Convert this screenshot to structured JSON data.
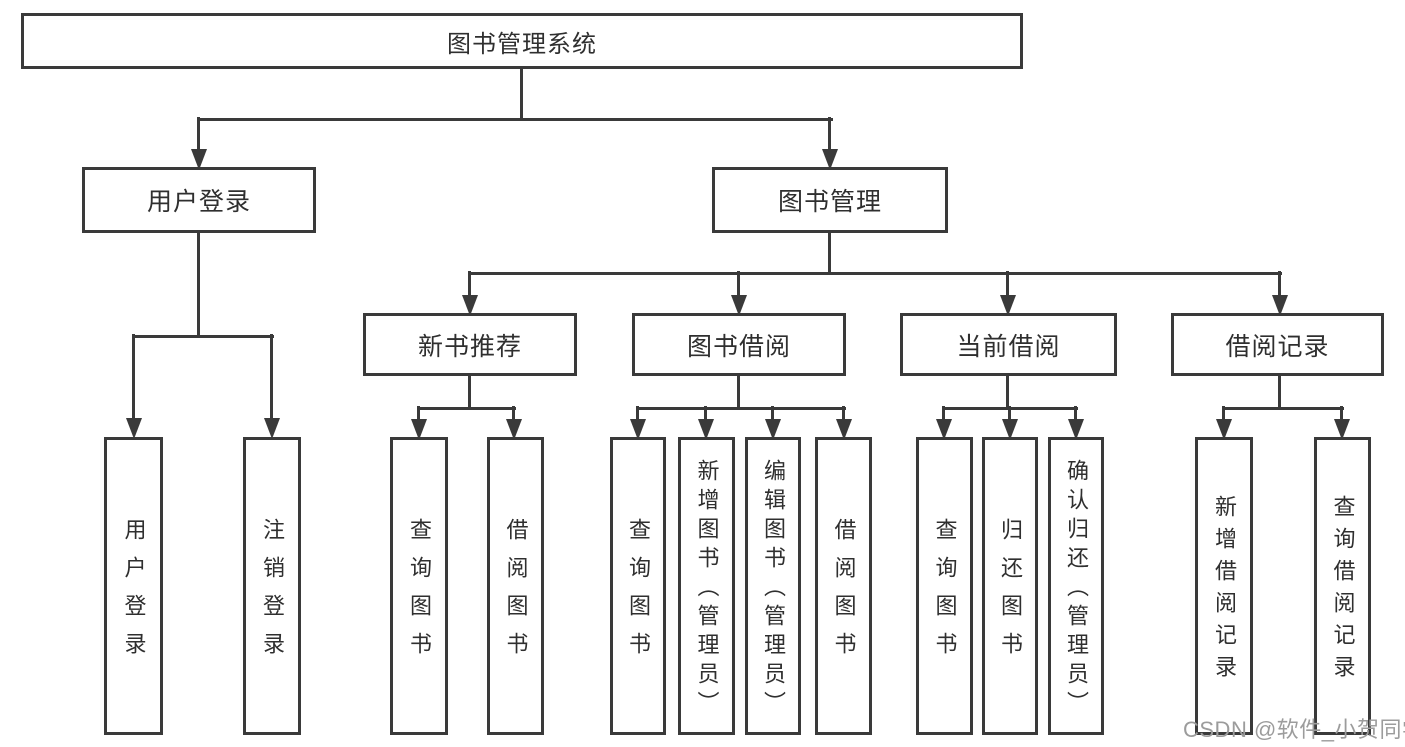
{
  "diagram_type": "hierarchy-tree",
  "tree": {
    "label": "图书管理系统",
    "children": [
      {
        "label": "用户登录",
        "children": [
          {
            "label": "用户登录"
          },
          {
            "label": "注销登录"
          }
        ]
      },
      {
        "label": "图书管理",
        "children": [
          {
            "label": "新书推荐",
            "children": [
              {
                "label": "查询图书"
              },
              {
                "label": "借阅图书"
              }
            ]
          },
          {
            "label": "图书借阅",
            "children": [
              {
                "label": "查询图书"
              },
              {
                "label": "新增图书（管理员）"
              },
              {
                "label": "编辑图书（管理员）"
              },
              {
                "label": "借阅图书"
              }
            ]
          },
          {
            "label": "当前借阅",
            "children": [
              {
                "label": "查询图书"
              },
              {
                "label": "归还图书"
              },
              {
                "label": "确认归还（管理员）"
              }
            ]
          },
          {
            "label": "借阅记录",
            "children": [
              {
                "label": "新增借阅记录"
              },
              {
                "label": "查询借阅记录"
              }
            ]
          }
        ]
      }
    ]
  },
  "watermark": {
    "text": "CSDN @软件_小贺同学"
  },
  "colors": {
    "line": "#3a3a3a",
    "box_border": "#3a3a3a",
    "text": "#2f2f2f",
    "watermark": "#9c9c9c",
    "background": "#ffffff"
  }
}
